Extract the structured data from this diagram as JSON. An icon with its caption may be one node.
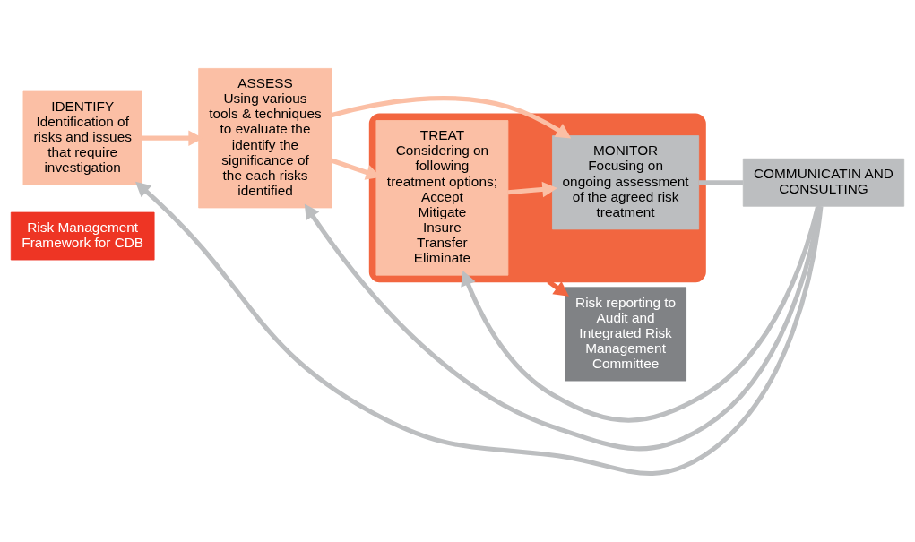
{
  "diagram": {
    "nodes": [
      {
        "text": [
          "Risk Management Framework for CDB"
        ]
      },
      {
        "text": [
          "IDENTIFY",
          "Identification of risks and issues that require investigation"
        ]
      },
      {
        "text": [
          "ASSESS",
          "Using various tools & techniques to evaluate the identify the significance of the each risks identified"
        ]
      },
      {
        "text": [],
        "shape": "box"
      },
      {
        "text": [
          "TREAT",
          "Considering on following treatment options;",
          "Accept",
          "Mitigate",
          "Insure",
          "Transfer",
          "Eliminate"
        ],
        "in": 3
      },
      {
        "text": [
          "MONITOR",
          "Focusing on ongoing assessment of the agreed risk treatment"
        ],
        "in": 3
      },
      {
        "text": [
          "Risk reporting to Audit and Integrated Risk Management Committee"
        ]
      },
      {
        "text": [
          "COMMUNICATIN AND CONSULTING"
        ]
      }
    ],
    "edges": [
      {
        "from": 1,
        "to": 2,
        "arrow": "to"
      },
      {
        "from": 2,
        "to": 4,
        "arrow": "to"
      },
      {
        "from": 2,
        "to": 5,
        "arrow": "to"
      },
      {
        "from": 4,
        "to": 5,
        "arrow": "to"
      },
      {
        "from": 3,
        "to": 6,
        "arrow": "to",
        "color": "#f26640"
      },
      {
        "from": 5,
        "to": 7,
        "arrow": "none",
        "color": "#bcbec0"
      },
      {
        "from": 7,
        "to": 1,
        "arrow": "to",
        "color": "#bcbec0"
      },
      {
        "from": 7,
        "to": 2,
        "arrow": "to",
        "color": "#bcbec0"
      },
      {
        "from": 7,
        "to": 4,
        "arrow": "to",
        "color": "#bcbec0"
      }
    ]
  }
}
